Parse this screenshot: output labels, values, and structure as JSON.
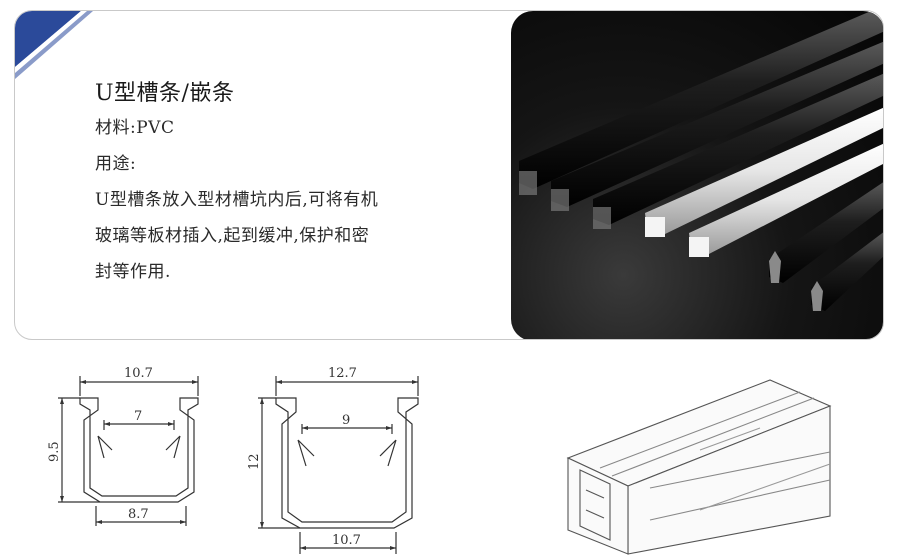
{
  "product": {
    "title": "U型槽条/嵌条",
    "material": "材料:PVC",
    "usage_label": "用途:",
    "description_lines": [
      "U型槽条放入型材槽坑内后,可将有机",
      "玻璃等板材插入,起到缓冲,保护和密",
      "封等作用."
    ]
  },
  "drawing_1": {
    "top_width": "10.7",
    "inner_width": "7",
    "height": "9.5",
    "bottom_width": "8.7"
  },
  "drawing_2": {
    "top_width": "12.7",
    "inner_width": "9",
    "height": "12",
    "bottom_width": "10.7"
  },
  "colors": {
    "corner_accent": "#2b4a9a",
    "card_border": "#c9c9c9"
  }
}
